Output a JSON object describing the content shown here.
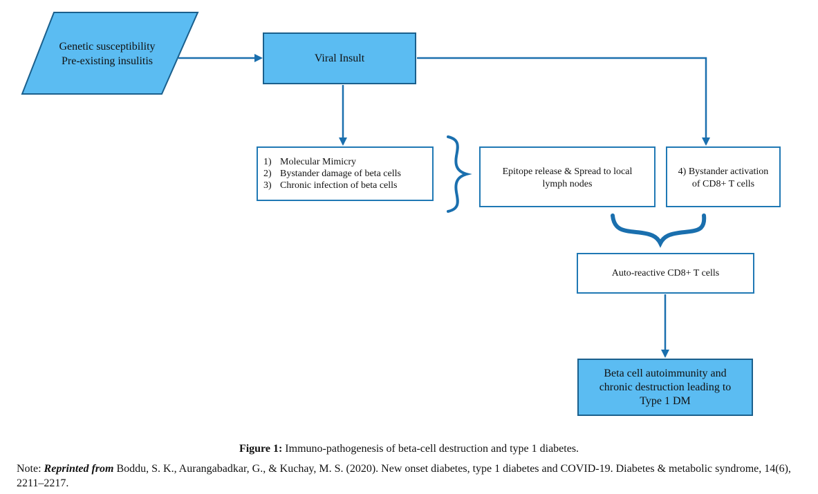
{
  "diagram": {
    "genetic": {
      "text": "Genetic susceptibility\nPre-existing insulitis"
    },
    "viral_insult": "Viral Insult",
    "mechanisms": [
      {
        "num": "1)",
        "text": "Molecular Mimicry"
      },
      {
        "num": "2)",
        "text": "Bystander damage of beta cells"
      },
      {
        "num": "3)",
        "text": "Chronic infection of beta cells"
      }
    ],
    "epitope": "Epitope release & Spread to local\nlymph nodes",
    "bystander": "4) Bystander activation\nof CD8+ T cells",
    "autoreactive": "Auto-reactive CD8+ T cells",
    "outcome": "Beta cell autoimmunity and\nchronic destruction leading to\nType 1 DM"
  },
  "caption": {
    "label": "Figure 1:",
    "text": "Immuno-pathogenesis of beta-cell destruction and type 1 diabetes."
  },
  "note": {
    "prefix": "Note: ",
    "emphasis": "Reprinted from",
    "text": " Boddu, S. K., Aurangabadkar, G., & Kuchay, M. S. (2020). New onset diabetes, type 1 diabetes and COVID-19. Diabetes & metabolic syndrome, 14(6), 2211–2217."
  },
  "colors": {
    "box_fill": "#5bbcf2",
    "box_border_dark": "#1a5f8c",
    "line_blue": "#1f78b4",
    "arrow_blue": "#1a6fae",
    "brace_blue": "#1a6fae"
  }
}
